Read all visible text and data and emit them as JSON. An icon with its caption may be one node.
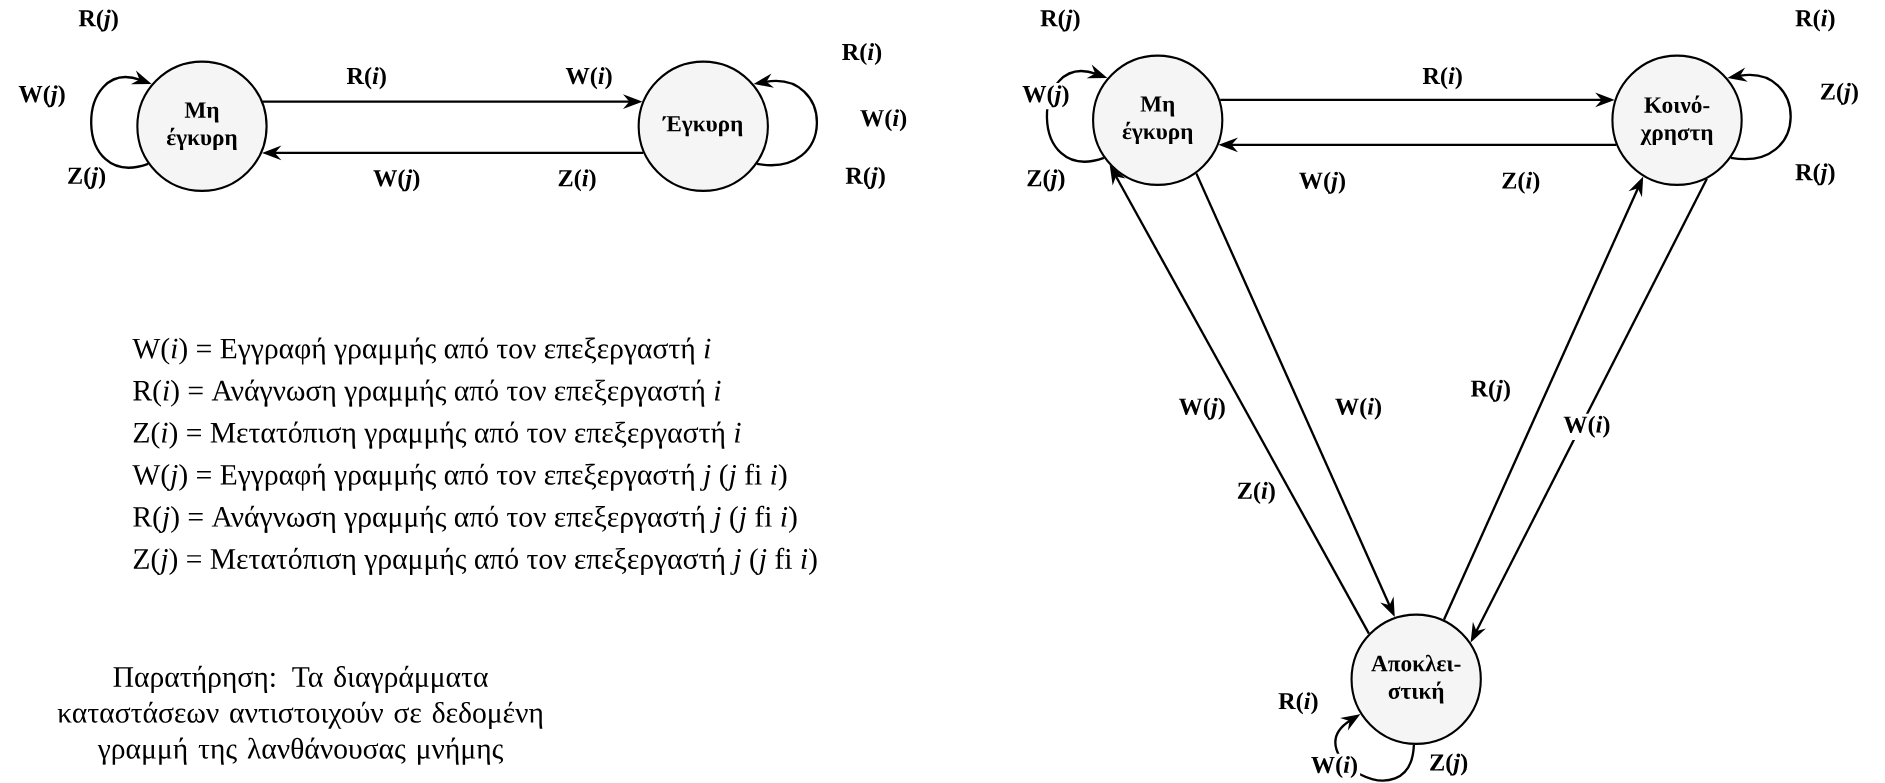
{
  "diagram": {
    "nodes": [
      {
        "text": [
          "Μη έγκυρη"
        ]
      },
      {
        "text": [
          "Έγκυρη"
        ]
      },
      {
        "text": [
          "Μη έγκυρη"
        ]
      },
      {
        "text": [
          "Κοινό-χρηστη"
        ]
      },
      {
        "text": [
          "Αποκλει-στική"
        ]
      }
    ],
    "edges": [
      {
        "from": 0,
        "to": 1,
        "arrow": "to",
        "label": "R(*i*)"
      },
      {
        "from": 1,
        "to": 0,
        "arrow": "to",
        "label": "W(*j*)"
      },
      {
        "from": 0,
        "to": 0,
        "arrow": "to",
        "label": "R(*j*)"
      },
      {
        "from": 1,
        "to": 1,
        "arrow": "to",
        "label": "R(*i*)"
      },
      {
        "from": 2,
        "to": 3,
        "arrow": "to",
        "label": "R(*i*)"
      },
      {
        "from": 3,
        "to": 2,
        "arrow": "to",
        "label": "W(*j*)"
      },
      {
        "from": 2,
        "to": 2,
        "arrow": "to",
        "label": "R(*j*)"
      },
      {
        "from": 3,
        "to": 3,
        "arrow": "to",
        "label": "R(*i*)"
      },
      {
        "from": 4,
        "to": 2,
        "arrow": "to",
        "label": "W(*j*)"
      },
      {
        "from": 2,
        "to": 4,
        "arrow": "to",
        "label": "W(*i*)"
      },
      {
        "from": 4,
        "to": 3,
        "arrow": "to",
        "label": "R(*j*)"
      },
      {
        "from": 3,
        "to": 4,
        "arrow": "to",
        "label": "W(*i*)"
      },
      {
        "from": 4,
        "to": 4,
        "arrow": "to",
        "label": "R(*i*)"
      }
    ],
    "labels": [
      "W(*i*)",
      "Z(*i*)",
      "W(*j*)",
      "Z(*j*)",
      "W(*i*)",
      "R(*j*)",
      "Z(*i*)",
      "W(*j*)",
      "Z(*j*)",
      "Z(*j*)",
      "R(*j*)",
      "Z(*i*)",
      "W(*i*)",
      "Z(*j*)",
      "W(*i*) = Εγγραφή γραμμής από τον επεξεργαστή *i*",
      "R(*i*) = Ανάγνωση γραμμής από τον επεξεργαστή *i*",
      "Z(*i*) = Μετατόπιση γραμμής από τον επεξεργαστή *i*",
      "W(*j*) = Εγγραφή γραμμής από τον επεξεργαστή *j* (*j* fi *i*)",
      "R(*j*) = Ανάγνωση γραμμής από τον επεξεργαστή *j* (*j* fi *i*)",
      "Z(*j*) = Μετατόπιση γραμμής από τον επεξεργαστή *j* (*j* fi *i*)",
      "Παρατήρηση: Τα διαγράμματα καταστάσεων αντιστοιχούν σε δεδομένη γραμμή της λανθάνουσας μνήμης"
    ]
  }
}
